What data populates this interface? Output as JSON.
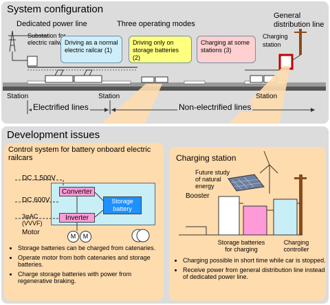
{
  "top": {
    "title": "System configuration",
    "dedicated_power_line": "Dedicated power line",
    "three_modes": "Three operating modes",
    "general_line": "General distribution line",
    "substation": "Substation for electric railways",
    "charging_station": "Charging station",
    "modes": [
      "Driving as a normal electric railcar (1)",
      "Driving only on storage batteries (2)",
      "Charging at some stations (3)"
    ],
    "stations": [
      "Station",
      "Station",
      "Station"
    ],
    "electrified": "Electrified lines",
    "non_electrified": "Non-electrified lines",
    "colors": {
      "mode1": "#cfeefa",
      "mode2": "#ffff80",
      "mode3": "#ffd0d0",
      "accent": "#ffdcae"
    }
  },
  "bottom": {
    "title": "Development issues",
    "control": {
      "title": "Control system for battery onboard electric railcars",
      "dc1500": "DC 1,500V",
      "dc600": "DC 600V",
      "ac": "3φAC (VVVF)",
      "motor": "Motor",
      "converter": "Converter",
      "inverter": "Inverter",
      "storage": "Storage battery",
      "motor_symbol": "M",
      "notes": [
        "Storage batteries can be charged from catenaries.",
        "Operate motor from both catenaries and storage batteries.",
        "Charge storage batteries with power from regenerative braking."
      ]
    },
    "charging": {
      "title": "Charging station",
      "future": "Future study of natural energy",
      "booster": "Booster",
      "storage": "Storage batteries for charging",
      "controller": "Charging controller",
      "notes": [
        "Charging possible in short time while car is stopped.",
        "Receive power from general distribution line instead of dedicated power line."
      ]
    }
  }
}
